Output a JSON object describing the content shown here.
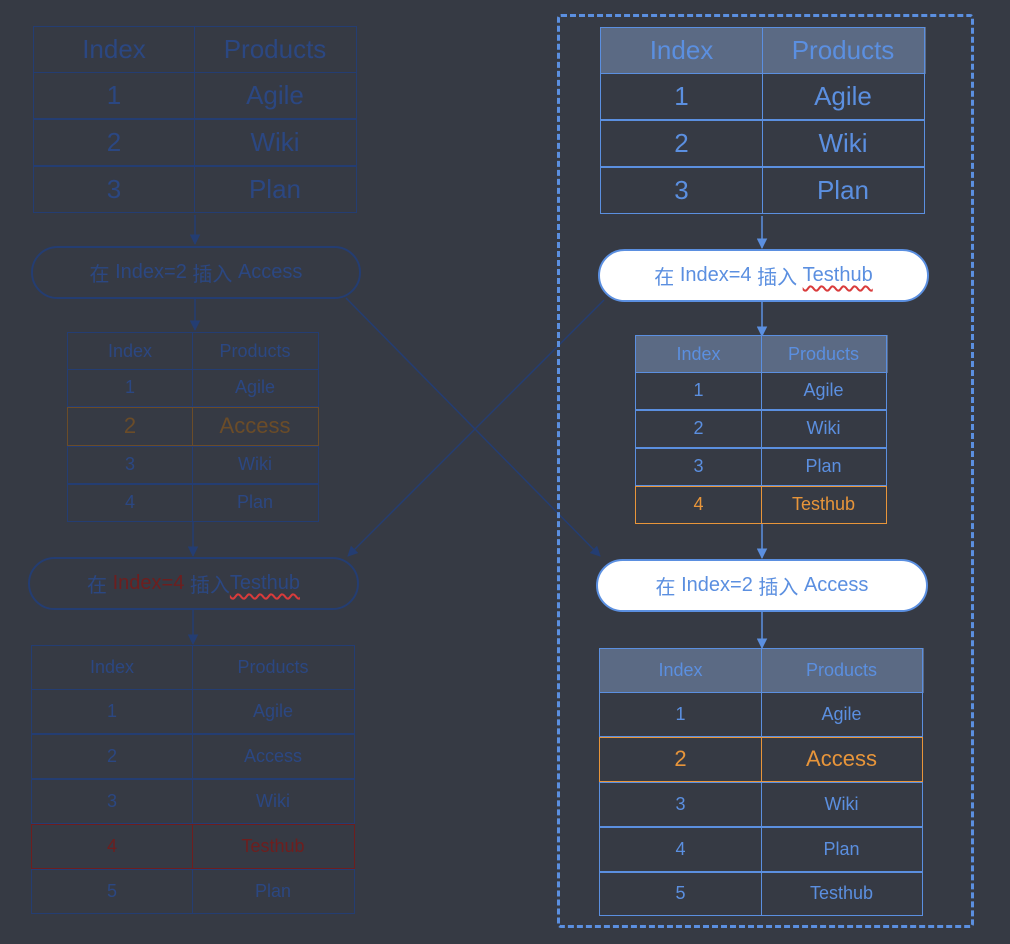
{
  "colors": {
    "background": "#363a44",
    "dim_blue_line": "#243d72",
    "dim_blue_text": "#2b4782",
    "dim_orange": "#6b4c28",
    "dim_red": "#6e1e1e",
    "bright_blue": "#5b8fe0",
    "bright_orange": "#e8953a",
    "header_fill": "#5b6a84",
    "pill_fill": "#ffffff"
  },
  "left_flow": {
    "table_initial": {
      "header": [
        "Index",
        "Products"
      ],
      "rows": [
        [
          "1",
          "Agile"
        ],
        [
          "2",
          "Wiki"
        ],
        [
          "3",
          "Plan"
        ]
      ]
    },
    "step1": {
      "prefix": "在 ",
      "param": "Index=2",
      "middle": " 插入 ",
      "item": "Access"
    },
    "table_after_step1": {
      "header": [
        "Index",
        "Products"
      ],
      "rows": [
        [
          "1",
          "Agile"
        ],
        [
          "2",
          "Access"
        ],
        [
          "3",
          "Wiki"
        ],
        [
          "4",
          "Plan"
        ]
      ],
      "highlight_row": 1
    },
    "step2": {
      "prefix": "在 ",
      "param": "Index=4",
      "middle": " 插入",
      "item": "Testhub"
    },
    "table_final": {
      "header": [
        "Index",
        "Products"
      ],
      "rows": [
        [
          "1",
          "Agile"
        ],
        [
          "2",
          "Access"
        ],
        [
          "3",
          "Wiki"
        ],
        [
          "4",
          "Testhub"
        ],
        [
          "5",
          "Plan"
        ]
      ],
      "highlight_row": 3
    }
  },
  "right_flow": {
    "table_initial": {
      "header": [
        "Index",
        "Products"
      ],
      "rows": [
        [
          "1",
          "Agile"
        ],
        [
          "2",
          "Wiki"
        ],
        [
          "3",
          "Plan"
        ]
      ]
    },
    "step1": {
      "prefix": "在 ",
      "param": "Index=4",
      "middle": " 插入 ",
      "item": "Testhub"
    },
    "table_after_step1": {
      "header": [
        "Index",
        "Products"
      ],
      "rows": [
        [
          "1",
          "Agile"
        ],
        [
          "2",
          "Wiki"
        ],
        [
          "3",
          "Plan"
        ],
        [
          "4",
          "Testhub"
        ]
      ],
      "highlight_row": 3
    },
    "step2": {
      "prefix": "在 ",
      "param": "Index=2",
      "middle": " 插入 ",
      "item": "Access"
    },
    "table_final": {
      "header": [
        "Index",
        "Products"
      ],
      "rows": [
        [
          "1",
          "Agile"
        ],
        [
          "2",
          "Access"
        ],
        [
          "3",
          "Wiki"
        ],
        [
          "4",
          "Plan"
        ],
        [
          "5",
          "Testhub"
        ]
      ],
      "highlight_row": 1
    }
  }
}
